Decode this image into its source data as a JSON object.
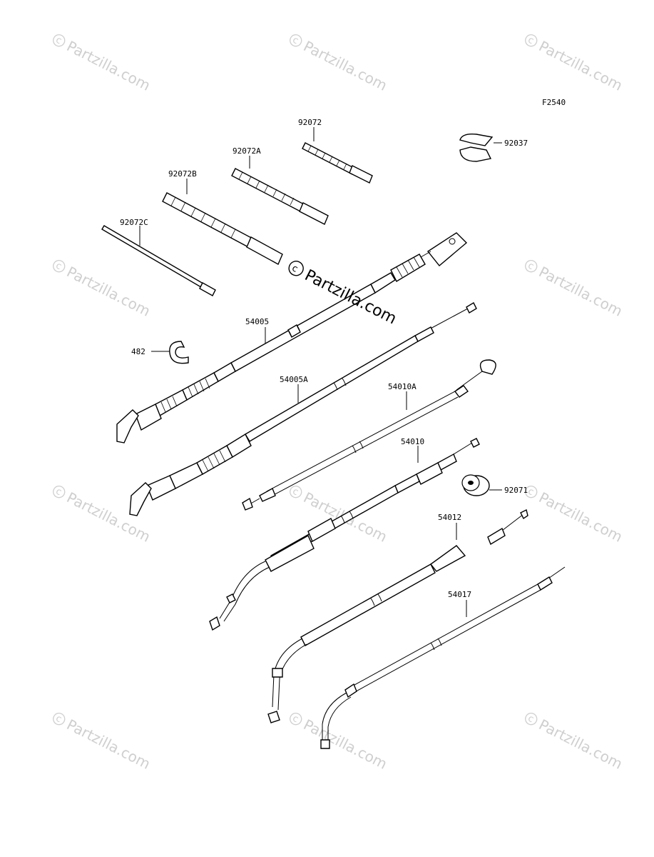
{
  "figure_code": "F2540",
  "watermark": {
    "text": "Partzilla.com",
    "center_text": "Partzilla.com",
    "symbol": "©"
  },
  "parts": [
    {
      "id": "p92072",
      "label": "92072"
    },
    {
      "id": "p92072A",
      "label": "92072A"
    },
    {
      "id": "p92072B",
      "label": "92072B"
    },
    {
      "id": "p92072C",
      "label": "92072C"
    },
    {
      "id": "p92037",
      "label": "92037"
    },
    {
      "id": "p54005",
      "label": "54005"
    },
    {
      "id": "p482",
      "label": "482"
    },
    {
      "id": "p54005A",
      "label": "54005A"
    },
    {
      "id": "p54010A",
      "label": "54010A"
    },
    {
      "id": "p54010",
      "label": "54010"
    },
    {
      "id": "p92071",
      "label": "92071"
    },
    {
      "id": "p54012",
      "label": "54012"
    },
    {
      "id": "p54017",
      "label": "54017"
    }
  ]
}
